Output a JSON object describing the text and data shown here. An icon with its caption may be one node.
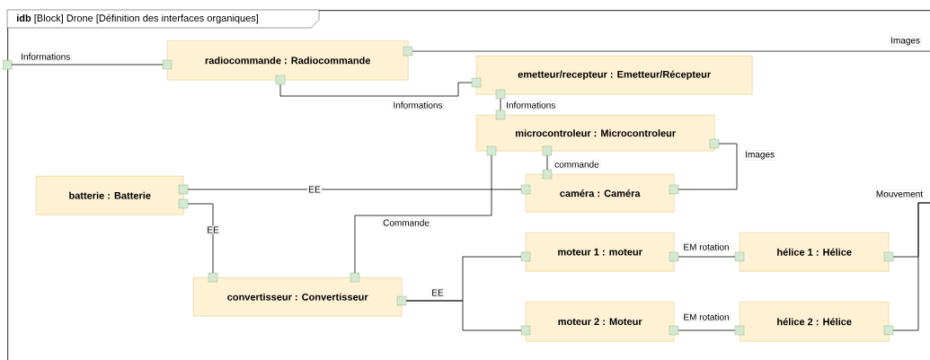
{
  "diagram": {
    "nodes": [
      {
        "text": [
          "**idb** [Block] Drone [Définition des interfaces organiques]"
        ]
      },
      {
        "text": [],
        "shape": "box",
        "in": 0
      },
      {
        "text": [
          "radiocommande : Radiocommande"
        ],
        "in": 0
      },
      {
        "text": [
          "emetteur/recepteur : Emetteur/Récepteur"
        ],
        "in": 0
      },
      {
        "text": [
          "microcontroleur : Microcontroleur"
        ],
        "in": 0
      },
      {
        "text": [
          "batterie : Batterie"
        ],
        "in": 0
      },
      {
        "text": [
          "caméra : Caméra"
        ],
        "in": 0
      },
      {
        "text": [
          "convertisseur : Convertisseur"
        ],
        "in": 0
      },
      {
        "text": [
          "moteur 1 : moteur"
        ],
        "in": 0
      },
      {
        "text": [
          "hélice 1 : Hélice"
        ],
        "in": 0
      },
      {
        "text": [
          "moteur 2 : Moteur"
        ],
        "in": 0
      },
      {
        "text": [
          "hélice 2 : Hélice"
        ],
        "in": 0
      }
    ],
    "edges": [
      {
        "from": 1,
        "to": 2,
        "arrow": "none",
        "label": "Informations"
      },
      {
        "from": 2,
        "to": null,
        "arrow": "none",
        "label": "Images"
      },
      {
        "from": 2,
        "to": 3,
        "arrow": "none",
        "label": "Informations"
      },
      {
        "from": 3,
        "to": 4,
        "arrow": "none",
        "label": "Informations"
      },
      {
        "from": 4,
        "to": 6,
        "arrow": "none",
        "label": "commande"
      },
      {
        "from": 4,
        "to": 6,
        "arrow": "none",
        "label": "Images"
      },
      {
        "from": 5,
        "to": 6,
        "arrow": "none",
        "label": "EE"
      },
      {
        "from": 5,
        "to": 7,
        "arrow": "none",
        "label": "EE"
      },
      {
        "from": 4,
        "to": 7,
        "arrow": "none",
        "label": "Commande"
      },
      {
        "from": 7,
        "to": 8,
        "arrow": "none",
        "label": "EE"
      },
      {
        "from": 7,
        "to": 10,
        "arrow": "none"
      },
      {
        "from": 8,
        "to": 9,
        "arrow": "none",
        "label": "EM rotation"
      },
      {
        "from": 10,
        "to": 11,
        "arrow": "none",
        "label": "EM rotation"
      },
      {
        "from": 9,
        "to": null,
        "arrow": "none",
        "label": "Mouvement"
      },
      {
        "from": 11,
        "to": null,
        "arrow": "none"
      }
    ]
  }
}
